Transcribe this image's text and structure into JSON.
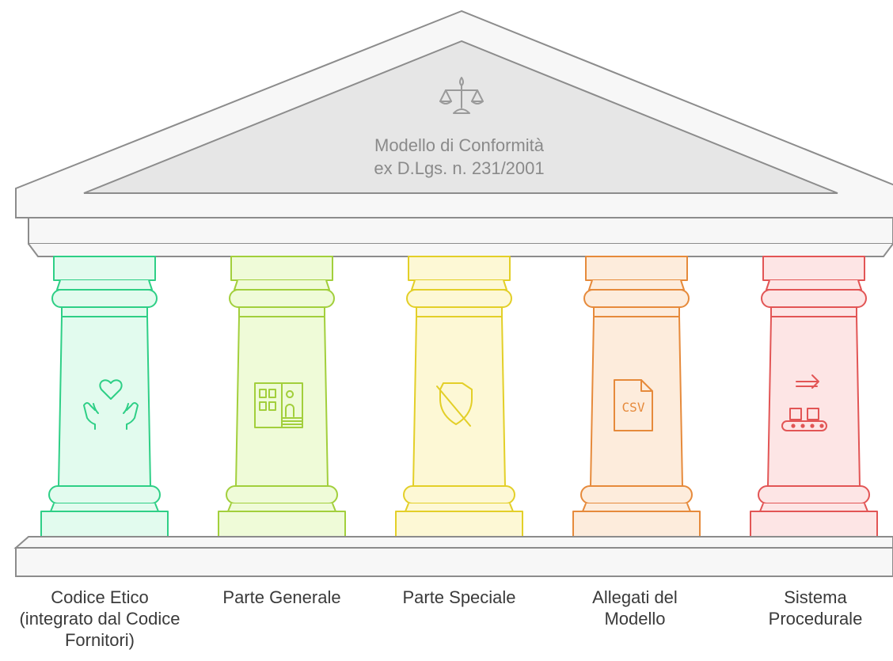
{
  "temple": {
    "title_lines": [
      "Modello di Conformità",
      "ex D.Lgs. n. 231/2001"
    ],
    "title_icon": "scales-of-justice-icon"
  },
  "pillars": [
    {
      "label_lines": [
        "Codice Etico",
        "(integrato dal Codice",
        "Fornitori)"
      ],
      "icon": "caring-hands-heart-icon",
      "fill": "#e2fbee",
      "stroke": "#2ecf86"
    },
    {
      "label_lines": [
        "Parte Generale"
      ],
      "icon": "building-facade-icon",
      "fill": "#effbd8",
      "stroke": "#a2cf3c"
    },
    {
      "label_lines": [
        "Parte Speciale"
      ],
      "icon": "shield-off-icon",
      "fill": "#fdf8d5",
      "stroke": "#e3cf28"
    },
    {
      "label_lines": [
        "Allegati del",
        "Modello"
      ],
      "icon": "csv-file-icon",
      "fill": "#fdecdc",
      "stroke": "#e68a3b"
    },
    {
      "label_lines": [
        "Sistema",
        "Procedurale"
      ],
      "icon": "conveyor-belt-icon",
      "fill": "#fde5e5",
      "stroke": "#e25555"
    }
  ],
  "colors": {
    "structure_fill": "#f7f7f7",
    "structure_stroke": "#8c8c8c",
    "pediment_fill": "#e6e6e6"
  }
}
